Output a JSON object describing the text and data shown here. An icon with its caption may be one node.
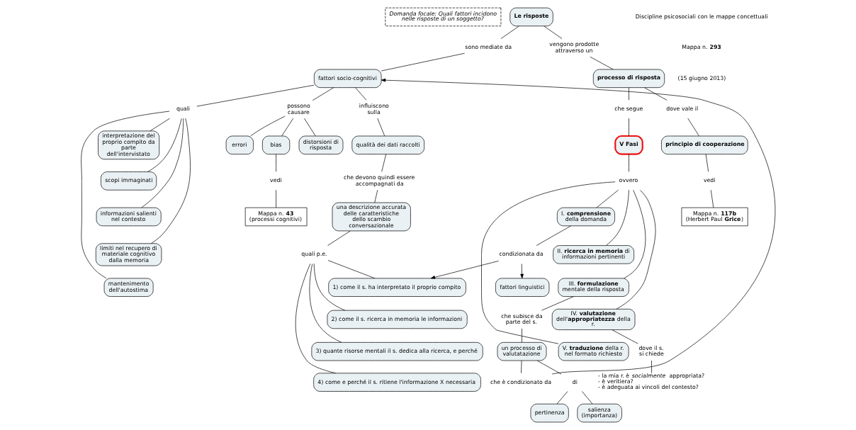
{
  "diagram": {
    "nodes": [
      {
        "text": [
          "Domanda focale: Quali fattori incidono nelle risposte di un soggetto?"
        ]
      },
      {
        "text": [
          "Le risposte"
        ]
      },
      {
        "text": [
          "sono mediate da"
        ]
      },
      {
        "text": [
          "vengono prodotte attraverso un"
        ]
      },
      {
        "text": [
          "fattori socio-cognitivi"
        ]
      },
      {
        "text": [
          "processo di risposta"
        ]
      },
      {
        "text": [
          "quali"
        ]
      },
      {
        "text": [
          "possono causare"
        ]
      },
      {
        "text": [
          "influiscono sulla"
        ]
      },
      {
        "text": [
          "dove vale il"
        ]
      },
      {
        "text": [
          "che segue"
        ]
      },
      {
        "text": [
          "principio di cooperazione"
        ]
      },
      {
        "text": [
          "V Fasi"
        ]
      },
      {
        "text": [
          "interpretazione del proprio compito da parte dell'intervistato"
        ]
      },
      {
        "text": [
          "scopi immaginati"
        ]
      },
      {
        "text": [
          "informazioni salienti nel contesto"
        ]
      },
      {
        "text": [
          "limiti nel recupero di materiale cognitivo dalla memoria"
        ]
      },
      {
        "text": [
          "mantenimento dell'autostima"
        ]
      },
      {
        "text": [
          "errori"
        ]
      },
      {
        "text": [
          "bias"
        ]
      },
      {
        "text": [
          "distorsioni di risposta"
        ]
      },
      {
        "text": [
          "vedi"
        ]
      },
      {
        "text": [
          "Mappa n. **43**",
          "(processi cognitivi)"
        ]
      },
      {
        "text": [
          "qualità dei dati raccolti"
        ]
      },
      {
        "text": [
          "che devono quindi essere accompagnati da"
        ]
      },
      {
        "text": [
          "una descrizione accurata delle caratteristiche dello scambio conversazionale"
        ]
      },
      {
        "text": [
          "quali p.e."
        ]
      },
      {
        "text": [
          "1) come il s. ha interpretato il proprio compito"
        ]
      },
      {
        "text": [
          "2) come il s. ricerca in memoria le informazioni"
        ]
      },
      {
        "text": [
          "3) quante risorse mentali il s. dedica alla ricerca, e perché"
        ]
      },
      {
        "text": [
          "4) come e perché il s. ritiene l'informazione X necessaria"
        ]
      },
      {
        "text": [
          "vedi"
        ]
      },
      {
        "text": [
          "Mappa n. **117b**",
          "(Herbert Paul **Grice**)"
        ]
      },
      {
        "text": [
          "ovvero"
        ]
      },
      {
        "text": [
          "I. **comprensione** della domanda"
        ]
      },
      {
        "text": [
          "II. **ricerca in memoria** di informazioni pertinenti"
        ]
      },
      {
        "text": [
          "III. **formulazione** mentale della risposta"
        ]
      },
      {
        "text": [
          "IV. **valutazione** dell'**appropriatezza** della r."
        ]
      },
      {
        "text": [
          "V. **traduzione** della r. nel formato richiesto"
        ]
      },
      {
        "text": [
          "condizionata da"
        ]
      },
      {
        "text": [
          "fattori linguistici"
        ]
      },
      {
        "text": [
          "che subisce da parte del s."
        ]
      },
      {
        "text": [
          "un processo di valutatazione"
        ]
      },
      {
        "text": [
          "di"
        ]
      },
      {
        "text": [
          "pertinenza"
        ]
      },
      {
        "text": [
          "salienza (importanza)"
        ]
      },
      {
        "text": [
          "dove il s. si chiede"
        ]
      },
      {
        "text": [
          "- la mia r. è *socialmente*  appropriata?",
          "- è veritiera?",
          "- è adeguata ai vincoli del contesto?"
        ]
      },
      {
        "text": [
          "che è condizionato da"
        ]
      }
    ],
    "edges": [
      {
        "from": 1,
        "to": 2,
        "arrow": "none"
      },
      {
        "from": 2,
        "to": 4,
        "arrow": "none"
      },
      {
        "from": 1,
        "to": 3,
        "arrow": "none"
      },
      {
        "from": 3,
        "to": 5,
        "arrow": "none"
      },
      {
        "from": 4,
        "to": 6,
        "arrow": "none"
      },
      {
        "from": 4,
        "to": 7,
        "arrow": "none"
      },
      {
        "from": 4,
        "to": 8,
        "arrow": "none"
      },
      {
        "from": 5,
        "to": 9,
        "arrow": "none"
      },
      {
        "from": 5,
        "to": 10,
        "arrow": "none"
      },
      {
        "from": 9,
        "to": 11,
        "arrow": "none"
      },
      {
        "from": 10,
        "to": 12,
        "arrow": "none"
      },
      {
        "from": 6,
        "to": 13,
        "arrow": "none"
      },
      {
        "from": 6,
        "to": 14,
        "arrow": "none"
      },
      {
        "from": 6,
        "to": 15,
        "arrow": "none"
      },
      {
        "from": 6,
        "to": 16,
        "arrow": "none"
      },
      {
        "from": 6,
        "to": 17,
        "arrow": "none"
      },
      {
        "from": 7,
        "to": 18,
        "arrow": "none"
      },
      {
        "from": 7,
        "to": 19,
        "arrow": "none"
      },
      {
        "from": 7,
        "to": 20,
        "arrow": "none"
      },
      {
        "from": 19,
        "to": 21,
        "arrow": "none"
      },
      {
        "from": 21,
        "to": 22,
        "arrow": "none"
      },
      {
        "from": 8,
        "to": 23,
        "arrow": "none"
      },
      {
        "from": 23,
        "to": 24,
        "arrow": "none"
      },
      {
        "from": 24,
        "to": 25,
        "arrow": "none"
      },
      {
        "from": 25,
        "to": 26,
        "arrow": "none"
      },
      {
        "from": 26,
        "to": 27,
        "arrow": "none"
      },
      {
        "from": 26,
        "to": 28,
        "arrow": "none"
      },
      {
        "from": 26,
        "to": 29,
        "arrow": "none"
      },
      {
        "from": 26,
        "to": 30,
        "arrow": "none"
      },
      {
        "from": 11,
        "to": 31,
        "arrow": "none"
      },
      {
        "from": 31,
        "to": 32,
        "arrow": "none"
      },
      {
        "from": 12,
        "to": 33,
        "arrow": "none"
      },
      {
        "from": 33,
        "to": 34,
        "arrow": "none"
      },
      {
        "from": 33,
        "to": 35,
        "arrow": "none"
      },
      {
        "from": 33,
        "to": 36,
        "arrow": "none"
      },
      {
        "from": 33,
        "to": 37,
        "arrow": "none"
      },
      {
        "from": 33,
        "to": 38,
        "arrow": "none"
      },
      {
        "from": 34,
        "to": 39,
        "arrow": "none"
      },
      {
        "from": 39,
        "to": 27,
        "arrow": "to"
      },
      {
        "from": 39,
        "to": 40,
        "arrow": "to"
      },
      {
        "from": 36,
        "to": 41,
        "arrow": "none"
      },
      {
        "from": 41,
        "to": 42,
        "arrow": "none"
      },
      {
        "from": 42,
        "to": 43,
        "arrow": "none"
      },
      {
        "from": 43,
        "to": 44,
        "arrow": "none"
      },
      {
        "from": 43,
        "to": 45,
        "arrow": "none"
      },
      {
        "from": 42,
        "to": 48,
        "arrow": "none"
      },
      {
        "from": 48,
        "to": 4,
        "arrow": "to"
      },
      {
        "from": 37,
        "to": 46,
        "arrow": "none"
      },
      {
        "from": 46,
        "to": 47,
        "arrow": "none"
      }
    ],
    "labels": [
      "Discipline psicosociali con le mappe concettuali",
      "Mappa n. **293**",
      "(15 giugno 2013)"
    ]
  }
}
